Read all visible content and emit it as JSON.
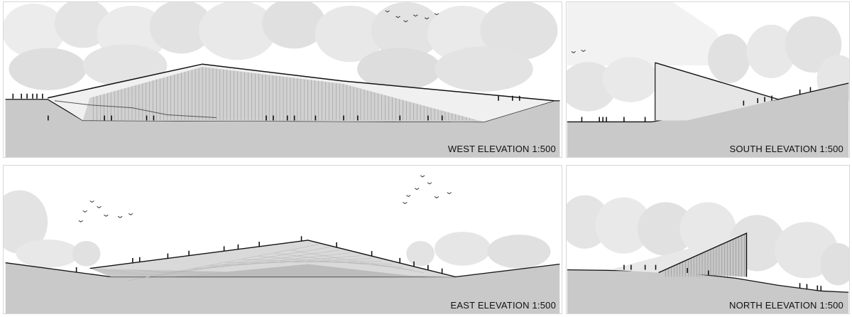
{
  "panels": {
    "west": {
      "label": "WEST ELEVATION 1:500"
    },
    "south": {
      "label": "SOUTH ELEVATION 1:500"
    },
    "east": {
      "label": "EAST ELEVATION 1:500"
    },
    "north": {
      "label": "NORTH ELEVATION 1:500"
    }
  },
  "colors": {
    "ground": "#c9c9c9",
    "tree": "#e6e6e6",
    "tree_dark": "#d6d6d6",
    "facade": "#bdbdbd",
    "line": "#111111"
  }
}
